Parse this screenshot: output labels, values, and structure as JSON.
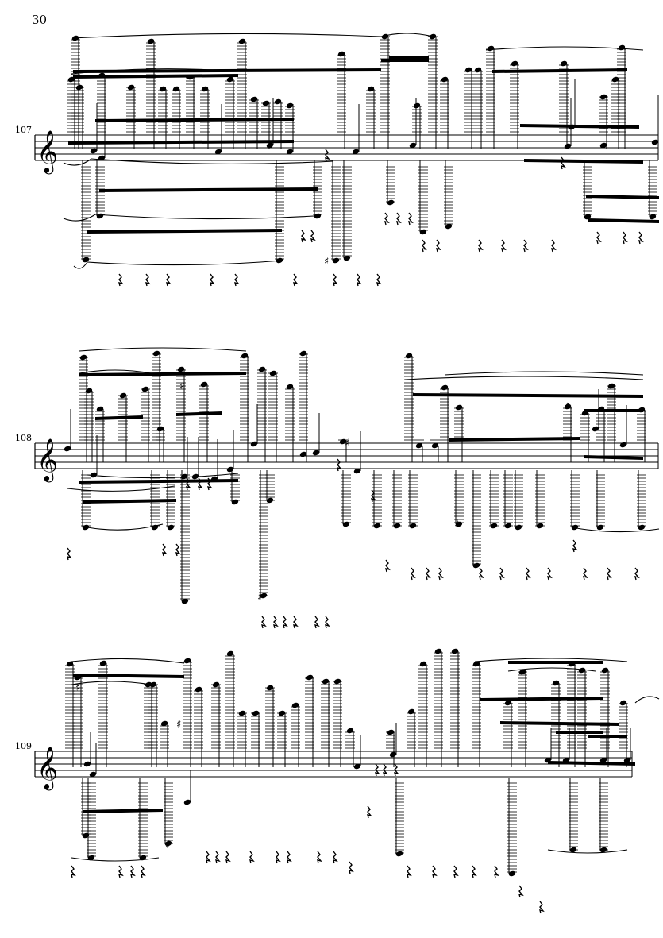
{
  "page": {
    "number": "30"
  },
  "systems": [
    {
      "measure_number": "107"
    },
    {
      "measure_number": "108"
    },
    {
      "measure_number": "109"
    }
  ]
}
